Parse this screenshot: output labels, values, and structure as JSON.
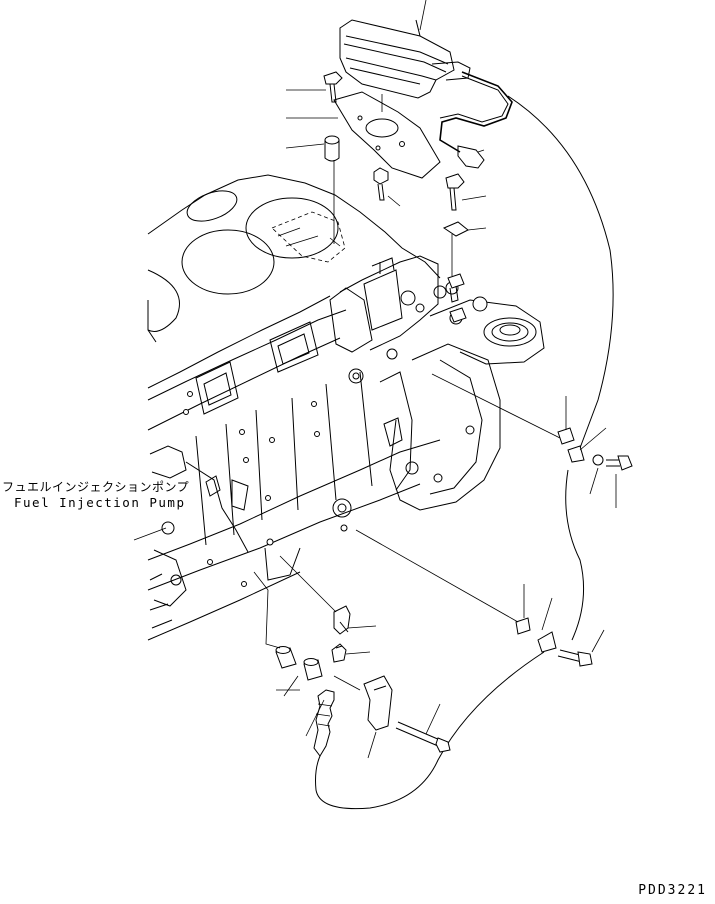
{
  "labels": {
    "part_name_jp": "フュエルインジェクションポンプ",
    "part_name_en": "Fuel Injection Pump",
    "drawing_code": "PDD3221"
  },
  "icons": [
    "engine-block-drawing",
    "electronic-control-unit",
    "wire-harness",
    "sensor",
    "bolt",
    "bracket",
    "clamp",
    "nut",
    "spacer"
  ]
}
